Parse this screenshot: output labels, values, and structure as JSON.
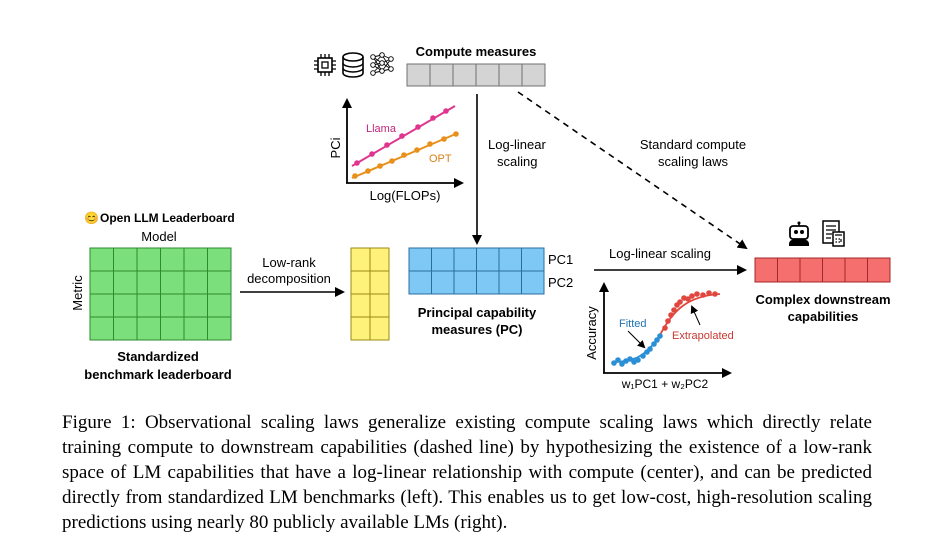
{
  "diagram": {
    "compute_title": "Compute measures",
    "log_linear_scaling_vertical": [
      "Log-linear",
      "scaling"
    ],
    "standard_compute": [
      "Standard compute",
      "scaling laws"
    ],
    "pci_plot": {
      "ylabel": "PCi",
      "xlabel": "Log(FLOPs)",
      "series": [
        {
          "name": "Llama",
          "color": "#e0358f"
        },
        {
          "name": "OPT",
          "color": "#e8901a"
        }
      ]
    },
    "leaderboard_title": "Open LLM Leaderboard",
    "leaderboard_emoji": "😊",
    "model_label": "Model",
    "metric_label": "Metric",
    "leaderboard_caption": [
      "Standardized",
      "benchmark leaderboard"
    ],
    "low_rank": [
      "Low-rank",
      "decomposition"
    ],
    "pc_labels": [
      "PC1",
      "PC2"
    ],
    "pc_caption": [
      "Principal capability",
      "measures (PC)"
    ],
    "log_linear_scaling_horizontal": "Log-linear scaling",
    "downstream_caption": [
      "Complex downstream",
      "capabilities"
    ],
    "accuracy_plot": {
      "ylabel": "Accuracy",
      "xlabel": "w₁PC1 + w₂PC2",
      "fitted_label": "Fitted",
      "extrapolated_label": "Extrapolated",
      "fitted_color": "#2b8fd6",
      "extrapolated_color": "#e0473f"
    },
    "colors": {
      "green": "#7be07b",
      "yellow": "#fff27a",
      "blue": "#7ec8f5",
      "red": "#f56f6f",
      "gray": "#d4d4d4"
    }
  },
  "caption": "Figure 1: Observational scaling laws generalize existing compute scaling laws which directly relate training compute to downstream capabilities (dashed line) by hypothesizing the existence of a low-rank space of LM capabilities that have a log-linear relationship with compute (center), and can be predicted directly from standardized LM benchmarks (left).  This enables us to get low-cost, high-resolution scaling predictions using nearly 80 publicly available LMs (right)."
}
